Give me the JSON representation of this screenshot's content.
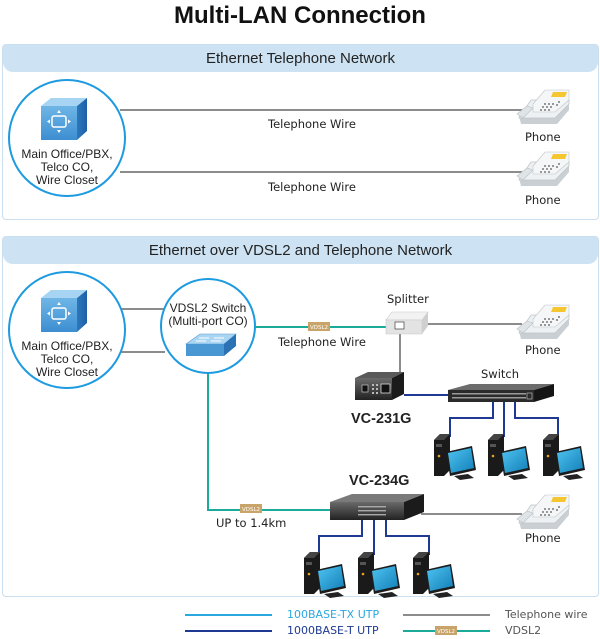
{
  "title": "Multi-LAN Connection",
  "panel1": {
    "heading": "Ethernet Telephone Network",
    "office_label": [
      "Main Office/PBX,",
      "Telco CO,",
      "Wire Closet"
    ],
    "wire_labels": [
      "Telephone Wire",
      "Telephone Wire"
    ],
    "phone_labels": [
      "Phone",
      "Phone"
    ]
  },
  "panel2": {
    "heading": "Ethernet over VDSL2 and Telephone Network",
    "office_label": [
      "Main Office/PBX,",
      "Telco CO,",
      "Wire Closet"
    ],
    "vdsl_switch_label": [
      "VDSL2 Switch",
      "(Multi-port CO)"
    ],
    "splitter_label": "Splitter",
    "telephone_wire_label": "Telephone Wire",
    "vdsl_tag": "VDSL2",
    "phone_label_top": "Phone",
    "switch_label": "Switch",
    "vc231g_label": "VC-231G",
    "vc234g_label": "VC-234G",
    "distance_label": "UP to 1.4km",
    "phone_label_bottom": "Phone"
  },
  "legend": {
    "items": [
      {
        "label": "100BASE-TX UTP",
        "color": "#29a8e0"
      },
      {
        "label": "1000BASE-T UTP",
        "color": "#1f3a93"
      },
      {
        "label": "Telephone wire",
        "color": "#8c8c8c"
      },
      {
        "label": "VDSL2",
        "color": "#1aab9b"
      }
    ]
  },
  "colors": {
    "header_bg": "#cde3f3",
    "circle_stroke": "#1e9be0",
    "telephone_wire": "#8c8c8c",
    "vdsl2_line": "#1aab9b",
    "gigabit_line": "#1f3a93",
    "fast_ethernet_line": "#29a8e0",
    "vdsl_tag_bg": "#c8a46a"
  }
}
